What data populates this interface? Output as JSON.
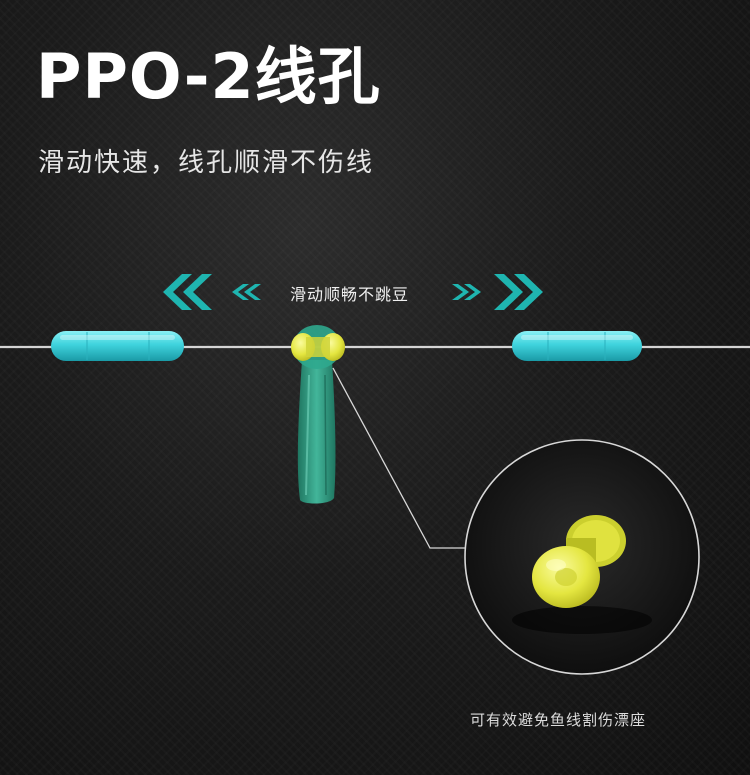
{
  "title": "PPO-2线孔",
  "subtitle": "滑动快速，线孔顺滑不伤线",
  "slide_label": "滑动顺畅不跳豆",
  "caption": "可有效避免鱼线割伤漂座",
  "colors": {
    "accent_teal": "#1fb5b0",
    "float_cyan": "#3fd3dd",
    "bead_yellow": "#e6e84c",
    "holder_green": "#2fa98e",
    "line_white": "#e8e8e8"
  },
  "icons": [
    "double-chevron-left-icon",
    "double-chevron-right-icon"
  ]
}
